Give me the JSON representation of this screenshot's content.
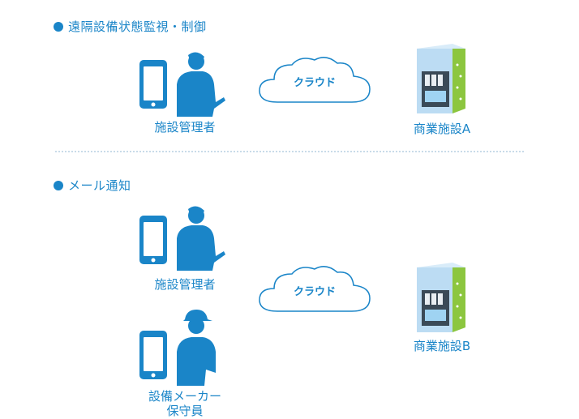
{
  "section1": {
    "heading": "遠隔設備状態監視・制御",
    "manager_label": "施設管理者",
    "cloud_label": "クラウド",
    "facility_label": "商業施設A"
  },
  "section2": {
    "heading": "メール通知",
    "manager_label": "施設管理者",
    "maintenance_label_line1": "設備メーカー",
    "maintenance_label_line2": "保守員",
    "cloud_label": "クラウド",
    "facility_label": "商業施設B"
  },
  "colors": {
    "primary_blue": "#1a85c8",
    "building_green": "#8cc63f",
    "building_light_blue": "#bcdcf3"
  }
}
